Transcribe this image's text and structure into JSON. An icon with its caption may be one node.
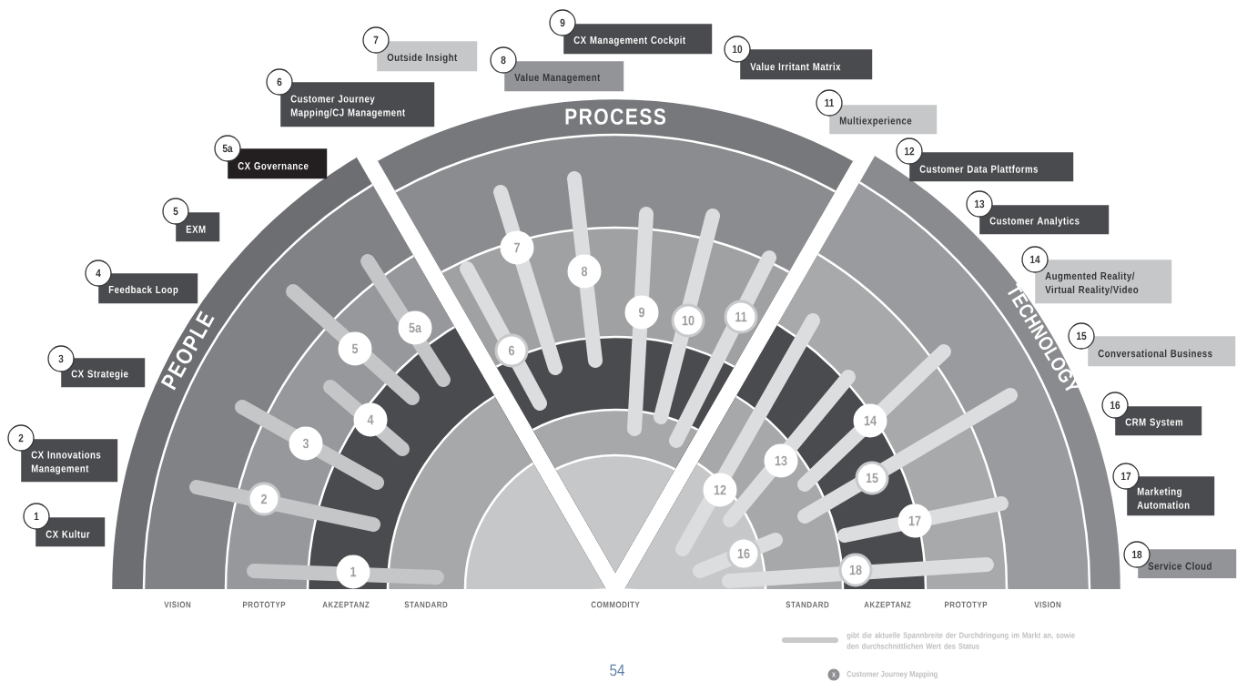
{
  "diagram": {
    "nodes": [
      {
        "text": [
          "1",
          "CX Kultur"
        ]
      },
      {
        "text": [
          "2",
          "CX Innovations Management"
        ]
      },
      {
        "text": [
          "3",
          "CX Strategie"
        ]
      },
      {
        "text": [
          "4",
          "Feedback Loop"
        ]
      },
      {
        "text": [
          "5",
          "EXM"
        ]
      },
      {
        "text": [
          "5a",
          "CX Governance"
        ]
      },
      {
        "text": [
          "6",
          "Customer Journey Mapping/CJ Management"
        ]
      },
      {
        "text": [
          "7",
          "Outside Insight"
        ]
      },
      {
        "text": [
          "8",
          "Value Management"
        ]
      },
      {
        "text": [
          "9",
          "CX Management Cockpit"
        ]
      },
      {
        "text": [
          "10",
          "Value Irritant Matrix"
        ]
      },
      {
        "text": [
          "11",
          "Multiexperience"
        ]
      },
      {
        "text": [
          "12",
          "Customer Data Plattforms"
        ]
      },
      {
        "text": [
          "13",
          "Customer Analytics"
        ]
      },
      {
        "text": [
          "14",
          "Augmented Reality/ Virtual Reality/Video"
        ]
      },
      {
        "text": [
          "15",
          "Conversational Business"
        ]
      },
      {
        "text": [
          "16",
          "CRM System"
        ]
      },
      {
        "text": [
          "17",
          "Marketing Automation"
        ]
      },
      {
        "text": [
          "18",
          "Service Cloud"
        ]
      }
    ],
    "labels": [
      "PEOPLE",
      "PROCESS",
      "TECHNOLOGY",
      "1",
      "2",
      "3",
      "4",
      "5",
      "5a",
      "6",
      "7",
      "8",
      "9",
      "10",
      "11",
      "12",
      "13",
      "14",
      "15",
      "16",
      "17",
      "18",
      "VISION",
      "PROTOTYP",
      "AKZEPTANZ",
      "STANDARD",
      "COMMODITY",
      "STANDARD",
      "AKZEPTANZ",
      "PROTOTYP",
      "VISION",
      "X",
      "54"
    ],
    "legend": [
      {
        "text": "gibt die aktuelle Spannbreite der Durchdringung im Markt an, sowie den durchschnittlichen Wert des Status"
      },
      {
        "text": "Customer Journey Mapping"
      }
    ]
  }
}
